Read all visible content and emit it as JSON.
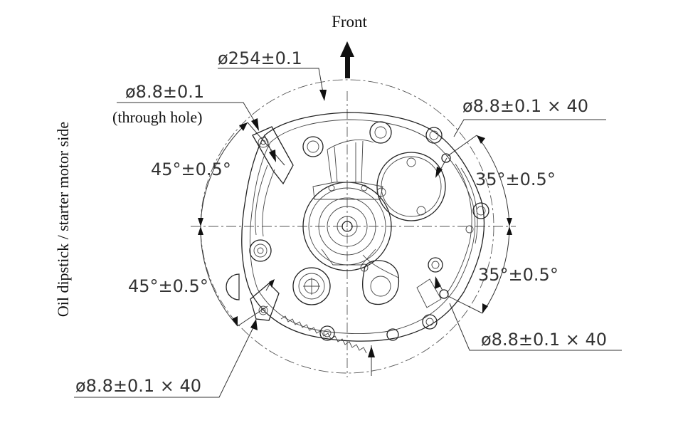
{
  "labels": {
    "front": "Front",
    "side": "Oil dipstick / starter motor side",
    "outer_diameter": "ø254±0.1",
    "top_left_hole": "ø8.8±0.1",
    "through_hole_note": "(through hole)",
    "top_right_hole": "ø8.8±0.1 × 40",
    "bottom_right_hole": "ø8.8±0.1 × 40",
    "bottom_left_hole": "ø8.8±0.1 × 40",
    "angle_upper_left": "45°±0.5°",
    "angle_lower_left": "45°±0.5°",
    "angle_upper_right": "35°±0.5°",
    "angle_lower_right": "35°±0.5°"
  }
}
